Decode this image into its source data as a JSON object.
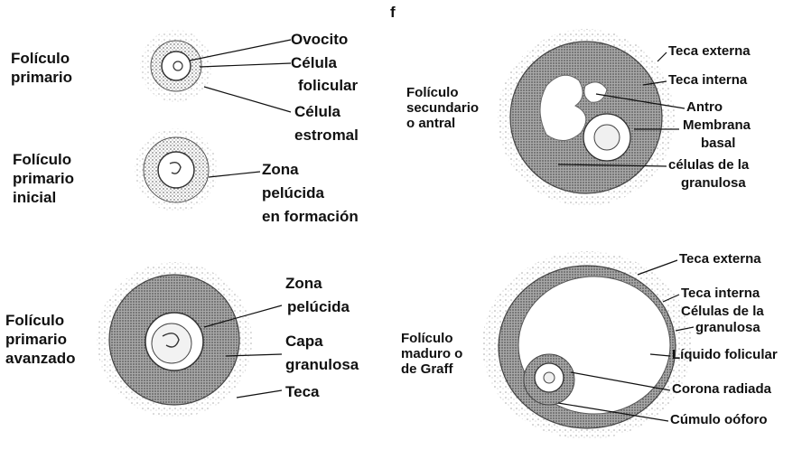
{
  "page_mark": "f",
  "panels": {
    "primario": {
      "title": "Folículo\nprimario",
      "labels": [
        "Ovocito",
        "Célula",
        "folicular",
        "Célula",
        "estromal"
      ]
    },
    "primario_inicial": {
      "title": "Folículo\nprimario\ninicial",
      "labels": [
        "Zona",
        "pelúcida",
        "en formación"
      ]
    },
    "primario_avanzado": {
      "title": "Folículo\nprimario\navanzado",
      "labels": [
        "Zona",
        "pelúcida",
        "Capa",
        "granulosa",
        "Teca"
      ]
    },
    "secundario": {
      "title": "Folículo\nsecundario\no antral",
      "labels": [
        "Teca externa",
        "Teca interna",
        "Antro",
        "Membrana",
        "basal",
        "células de la",
        "granulosa"
      ]
    },
    "maduro": {
      "title": "Folículo\nmaduro o\nde Graff",
      "labels": [
        "Teca externa",
        "Teca interna",
        "Células de la",
        "granulosa",
        "Líquido folicular",
        "Corona radiada",
        "Cúmulo oóforo"
      ]
    }
  },
  "colors": {
    "ink": "#111111",
    "stipple": "#8a8a8a",
    "granulosa": "#9a9a9a",
    "background": "#ffffff"
  }
}
